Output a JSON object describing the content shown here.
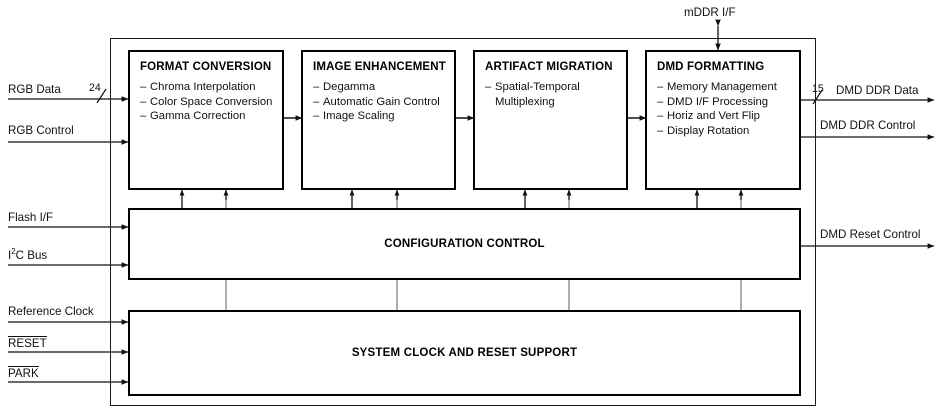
{
  "diagram": {
    "title": "DLP display controller block diagram",
    "colors": {
      "line": "#111111",
      "block_border": "#000000",
      "outer_border": "#1a1a1a",
      "background": "#ffffff"
    },
    "pipeline_blocks": [
      {
        "id": "format-conversion",
        "title": "FORMAT CONVERSION",
        "items": [
          "Chroma Interpolation",
          "Color Space Conversion",
          "Gamma Correction"
        ]
      },
      {
        "id": "image-enhancement",
        "title": "IMAGE ENHANCEMENT",
        "items": [
          "Degamma",
          "Automatic Gain Control",
          "Image Scaling"
        ]
      },
      {
        "id": "artifact-migration",
        "title": "ARTIFACT MIGRATION",
        "items": [
          "Spatial-Temporal\nMultiplexing"
        ]
      },
      {
        "id": "dmd-formatting",
        "title": "DMD FORMATTING",
        "items": [
          "Memory Management",
          "DMD I/F Processing",
          "Horiz and Vert Flip",
          "Display Rotation"
        ]
      }
    ],
    "support_blocks": [
      {
        "id": "configuration-control",
        "label": "CONFIGURATION CONTROL"
      },
      {
        "id": "system-clock-reset-support",
        "label": "SYSTEM CLOCK AND RESET SUPPORT"
      }
    ],
    "top_ports": [
      {
        "id": "mddr-if",
        "label": "mDDR I/F",
        "direction": "bidirectional"
      }
    ],
    "left_ports": [
      {
        "id": "rgb-data",
        "label": "RGB Data",
        "bus_width": "24",
        "direction": "in"
      },
      {
        "id": "rgb-control",
        "label": "RGB Control",
        "bus_width": "",
        "direction": "in"
      },
      {
        "id": "flash-if",
        "label": "Flash I/F",
        "bus_width": "",
        "direction": "in"
      },
      {
        "id": "i2c-bus",
        "label_pre": "I",
        "label_sup": "2",
        "label_post": "C Bus",
        "label": "I2C Bus",
        "bus_width": "",
        "direction": "in"
      },
      {
        "id": "reference-clock",
        "label": "Reference Clock",
        "bus_width": "",
        "direction": "in",
        "overbar": false
      },
      {
        "id": "reset",
        "label": "RESET",
        "bus_width": "",
        "direction": "in",
        "overbar": true
      },
      {
        "id": "park",
        "label": "PARK",
        "bus_width": "",
        "direction": "in",
        "overbar": true
      }
    ],
    "right_ports": [
      {
        "id": "dmd-ddr-data",
        "label": "DMD DDR Data",
        "bus_width": "15",
        "direction": "out"
      },
      {
        "id": "dmd-ddr-control",
        "label": "DMD DDR Control",
        "bus_width": "",
        "direction": "out"
      },
      {
        "id": "dmd-reset-control",
        "label": "DMD Reset Control",
        "bus_width": "",
        "direction": "out"
      }
    ]
  }
}
